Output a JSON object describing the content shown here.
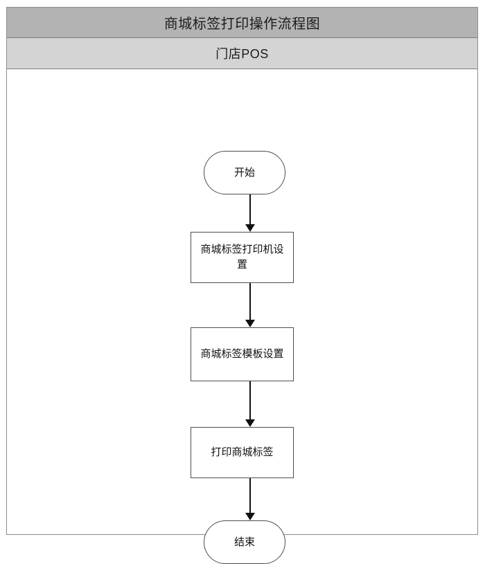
{
  "diagram": {
    "title": "商城标签打印操作流程图",
    "lane": "门店POS",
    "colors": {
      "title_band": "#b3b3b3",
      "lane_band": "#d4d4d4",
      "frame_border": "#8c8c8c",
      "node_border": "#4d4d4d",
      "node_fill": "#ffffff",
      "connector": "#111111",
      "text": "#111111"
    },
    "nodes": [
      {
        "id": "start",
        "shape": "terminator",
        "label": "开始"
      },
      {
        "id": "step-1",
        "shape": "process",
        "label": "商城标签打印机设置"
      },
      {
        "id": "step-2",
        "shape": "process",
        "label": "商城标签模板设置"
      },
      {
        "id": "step-3",
        "shape": "process",
        "label": "打印商城标签"
      },
      {
        "id": "end",
        "shape": "terminator",
        "label": "结束"
      }
    ],
    "connectors": [
      {
        "id": "connector-1",
        "from": "start",
        "to": "step-1",
        "arrow": "down"
      },
      {
        "id": "connector-2",
        "from": "step-1",
        "to": "step-2",
        "arrow": "down"
      },
      {
        "id": "connector-3",
        "from": "step-2",
        "to": "step-3",
        "arrow": "down"
      },
      {
        "id": "connector-4",
        "from": "step-3",
        "to": "end",
        "arrow": "down"
      }
    ]
  }
}
